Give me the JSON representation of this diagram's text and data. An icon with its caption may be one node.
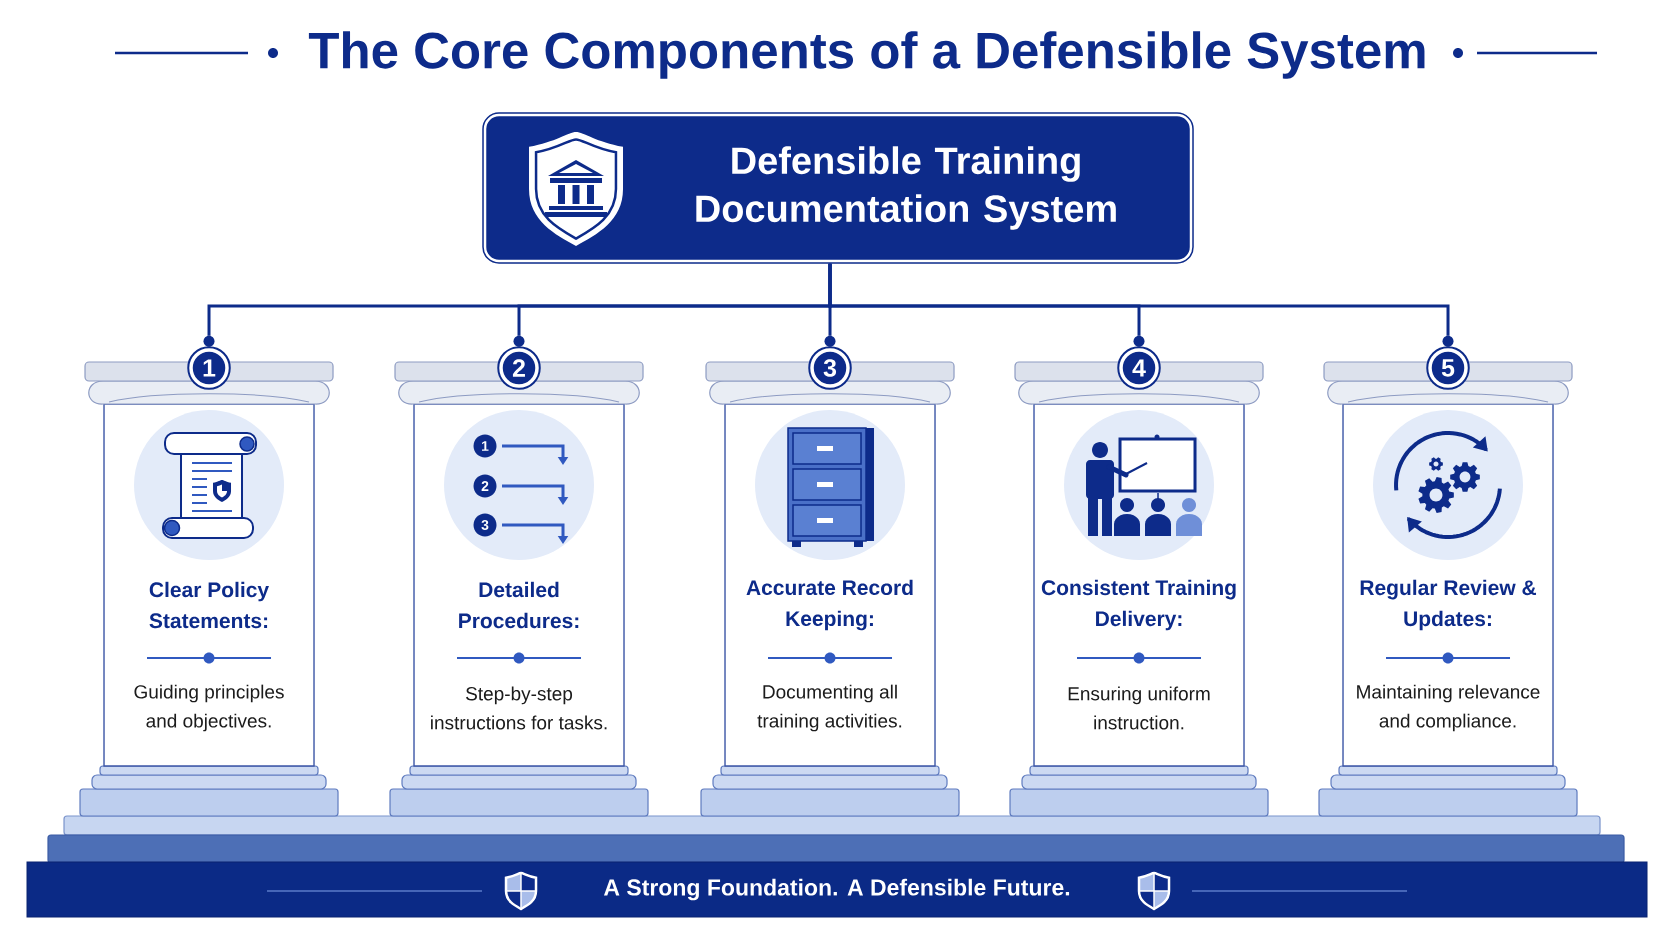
{
  "diagram": {
    "title": "The Core Components of a Defensible System",
    "nodes": [
      {
        "text": [
          "Defensible Training Documentation System"
        ]
      },
      {
        "text": [
          "1"
        ]
      },
      {
        "text": [
          "Clear Policy Statements:",
          "Guiding principles and objectives."
        ]
      },
      {
        "text": [
          "2"
        ]
      },
      {
        "text": [
          "Detailed Procedures:",
          "Step-by-step instructions for tasks."
        ]
      },
      {
        "text": [
          "3"
        ]
      },
      {
        "text": [
          "Accurate Record Keeping:",
          "Documenting all training activities."
        ]
      },
      {
        "text": [
          "4"
        ]
      },
      {
        "text": [
          "Consistent Training Delivery:",
          "Ensuring uniform instruction."
        ]
      },
      {
        "text": [
          "5"
        ]
      },
      {
        "text": [
          "Regular Review & Updates:",
          "Maintaining relevance and compliance."
        ]
      },
      {
        "text": [
          "A Strong Foundation. A Defensible Future."
        ]
      }
    ],
    "edges": [
      {
        "from": 0,
        "to": 1,
        "arrow": "none"
      },
      {
        "from": 0,
        "to": 3,
        "arrow": "none"
      },
      {
        "from": 0,
        "to": 5,
        "arrow": "none"
      },
      {
        "from": 0,
        "to": 7,
        "arrow": "none"
      },
      {
        "from": 0,
        "to": 9,
        "arrow": "none"
      }
    ],
    "labels": [
      "1",
      "2",
      "3"
    ]
  }
}
